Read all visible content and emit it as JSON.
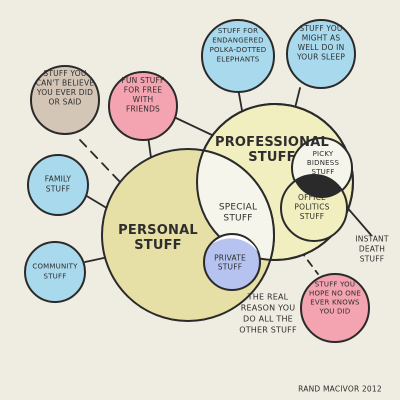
{
  "big_circles": {
    "professional": {
      "label": "PROFESSIONAL\nSTUFF",
      "fill": "#f1efbf"
    },
    "personal": {
      "label": "PERSONAL\nSTUFF",
      "fill": "#e6e0a6"
    }
  },
  "inner_regions": {
    "special": {
      "label": "SPECIAL\nSTUFF"
    },
    "private": {
      "label": "PRIVATE\nSTUFF",
      "fill": "#b6c2ef"
    },
    "picky": {
      "label": "PICKY\nBIDNESS\nSTUFF"
    },
    "office": {
      "label": "OFFICE\nPOLITICS\nSTUFF"
    }
  },
  "satellites": {
    "believe": {
      "label": "STUFF YOU\nCAN'T BELIEVE\nYOU EVER DID\nOR SAID",
      "fill": "#d4c6b7"
    },
    "fun": {
      "label": "FUN STUFF\nFOR FREE\nWITH\nFRIENDS",
      "fill": "#f4a3b1"
    },
    "elephants": {
      "label": "STUFF FOR\nENDANGERED\nPOLKA-DOTTED\nELEPHANTS",
      "fill": "#a8d9ec"
    },
    "sleep": {
      "label": "STUFF YOU\nMIGHT AS\nWELL DO IN\nYOUR SLEEP",
      "fill": "#a8d9ec"
    },
    "family": {
      "label": "FAMILY\nSTUFF",
      "fill": "#a8d9ec"
    },
    "community": {
      "label": "COMMUNITY\nSTUFF",
      "fill": "#a8d9ec"
    },
    "hope": {
      "label": "STUFF YOU\nHOPE NO ONE\nEVER KNOWS\nYOU DID",
      "fill": "#f4a3b1"
    }
  },
  "annotations": {
    "instant_death": "INSTANT\nDEATH\nSTUFF",
    "real_reason": {
      "text": "THE REAL\nREASON YOU\nDO ALL THE\nOTHER STUFF",
      "color": "#c0392b"
    },
    "credit": "RAND MACIVOR 2012"
  },
  "outline_color": "#2a2a2a"
}
